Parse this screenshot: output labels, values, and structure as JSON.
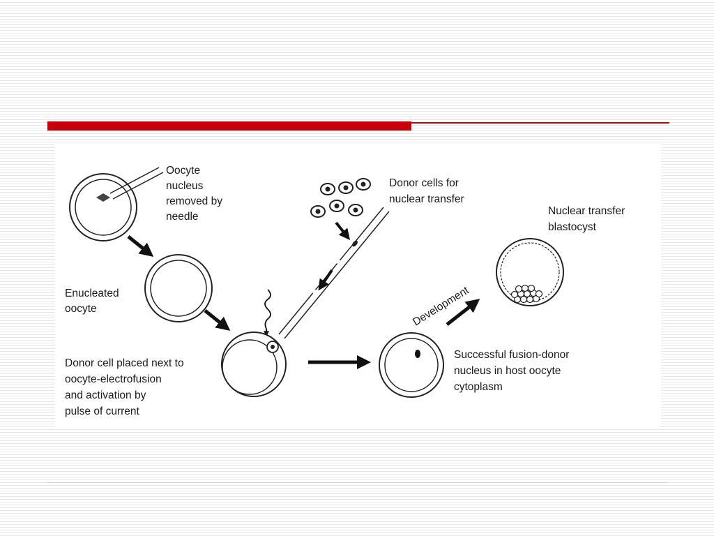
{
  "slide": {
    "caption": "",
    "accent_color": "#c8000a"
  },
  "diagram": {
    "labels": {
      "oocyte_nucleus": [
        "Oocyte",
        "nucleus",
        "removed by",
        "needle"
      ],
      "enucleated": [
        "Enucleated",
        "oocyte"
      ],
      "donor_cells": [
        "Donor cells for",
        "nuclear transfer"
      ],
      "blastocyst": [
        "Nuclear transfer",
        "blastocyst"
      ],
      "development": "Development",
      "donor_placed": [
        "Donor cell placed next to",
        "oocyte-electrofusion",
        "and activation by",
        "pulse of current"
      ],
      "fusion": [
        "Successful fusion-donor",
        "nucleus in host oocyte",
        "cytoplasm"
      ]
    }
  }
}
